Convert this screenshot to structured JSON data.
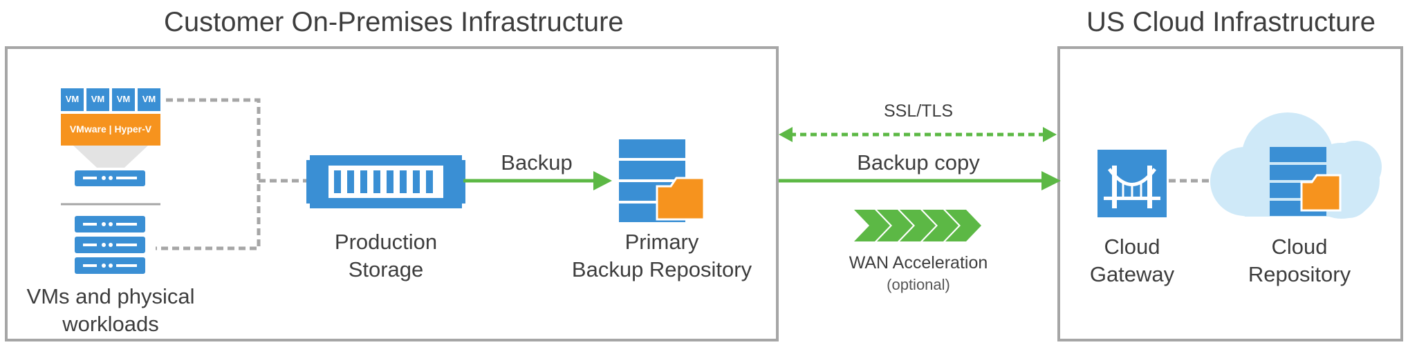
{
  "titles": {
    "on_premises": "Customer On-Premises Infrastructure",
    "cloud": "US Cloud Infrastructure"
  },
  "hypervisor": {
    "vm_label": "VM",
    "platform_label": "VMware | Hyper-V"
  },
  "labels": {
    "workloads_line1": "VMs and physical",
    "workloads_line2": "workloads",
    "production_line1": "Production",
    "production_line2": "Storage",
    "primary_line1": "Primary",
    "primary_line2": "Backup Repository",
    "backup": "Backup",
    "ssl": "SSL/TLS",
    "backup_copy": "Backup copy",
    "wan": "WAN Acceleration",
    "wan_optional": "(optional)",
    "gateway_line1": "Cloud",
    "gateway_line2": "Gateway",
    "cloud_repo_line1": "Cloud",
    "cloud_repo_line2": "Repository"
  },
  "colors": {
    "blue": "#3a8fd4",
    "orange": "#f6931e",
    "green": "#5cb845",
    "gray_box": "#a6a6a6",
    "cloud_fill": "#cfe9f8"
  }
}
